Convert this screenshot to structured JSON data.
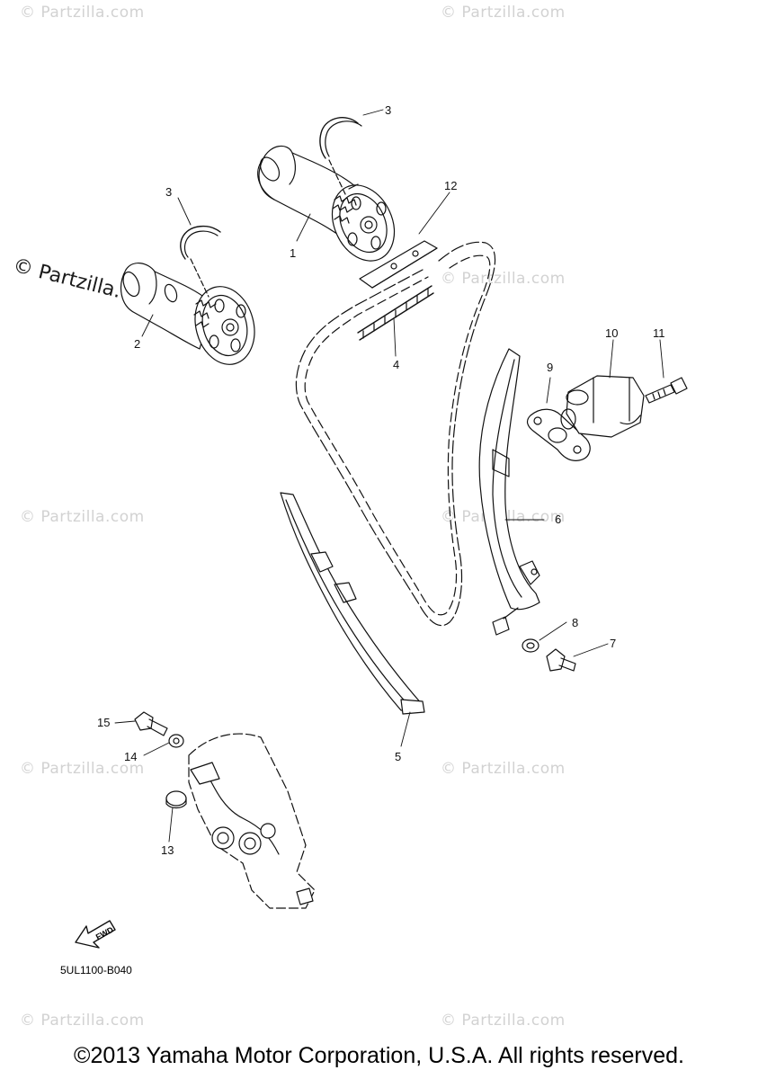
{
  "watermarks": {
    "small_text": "© Partzilla.com",
    "big_text": "© Partzilla.com"
  },
  "callouts": [
    {
      "id": "1",
      "label": "1"
    },
    {
      "id": "2",
      "label": "2"
    },
    {
      "id": "3a",
      "label": "3"
    },
    {
      "id": "3b",
      "label": "3"
    },
    {
      "id": "4",
      "label": "4"
    },
    {
      "id": "5",
      "label": "5"
    },
    {
      "id": "6",
      "label": "6"
    },
    {
      "id": "7",
      "label": "7"
    },
    {
      "id": "8",
      "label": "8"
    },
    {
      "id": "9",
      "label": "9"
    },
    {
      "id": "10",
      "label": "10"
    },
    {
      "id": "11",
      "label": "11"
    },
    {
      "id": "12",
      "label": "12"
    },
    {
      "id": "13",
      "label": "13"
    },
    {
      "id": "14",
      "label": "14"
    },
    {
      "id": "15",
      "label": "15"
    }
  ],
  "fwd_label": "FWD",
  "diagram_code": "5UL1100-B040",
  "copyright": "©2013 Yamaha Motor Corporation, U.S.A. All rights reserved."
}
